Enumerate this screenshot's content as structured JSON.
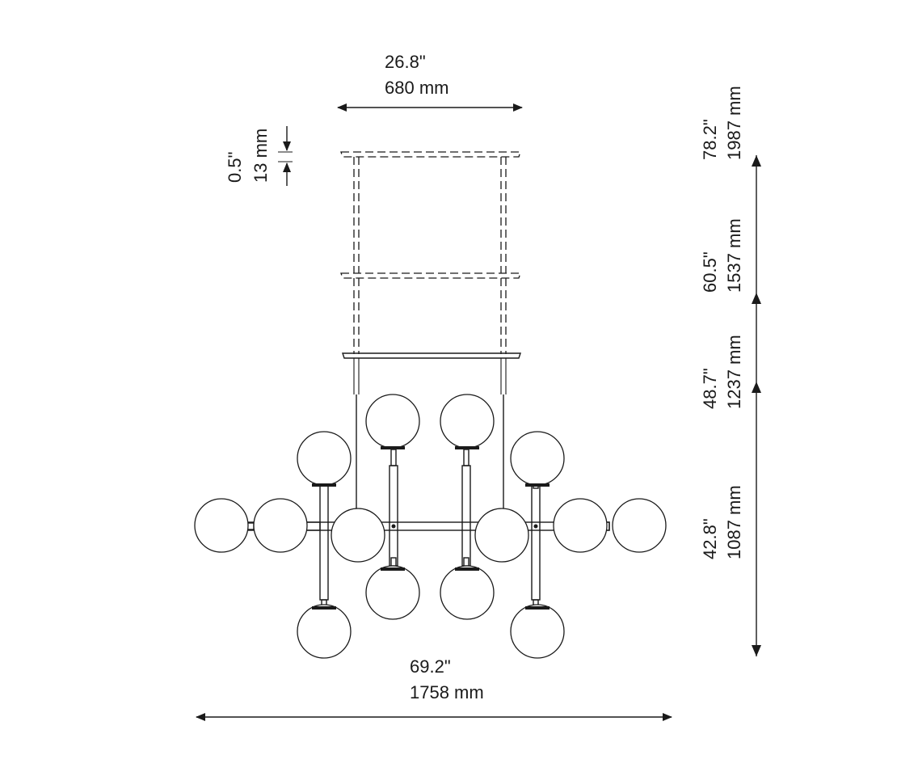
{
  "dimensions": {
    "canopy_width": {
      "inches": "26.8\"",
      "mm": "680 mm"
    },
    "canopy_thickness": {
      "inches": "0.5\"",
      "mm": "13 mm"
    },
    "height_max": {
      "inches": "78.2\"",
      "mm": "1987 mm"
    },
    "height_mid": {
      "inches": "60.5\"",
      "mm": "1537 mm"
    },
    "height_min": {
      "inches": "48.7\"",
      "mm": "1237 mm"
    },
    "body_height": {
      "inches": "42.8\"",
      "mm": "1087 mm"
    },
    "overall_width": {
      "inches": "69.2\"",
      "mm": "1758 mm"
    }
  }
}
